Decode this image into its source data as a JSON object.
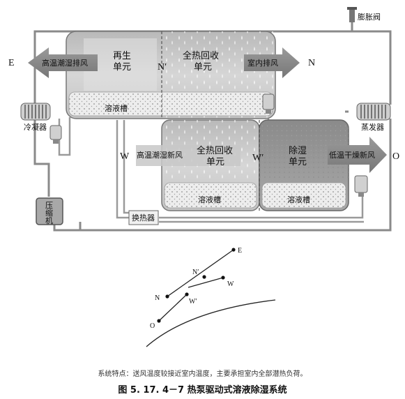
{
  "diagram": {
    "labels": {
      "expansion_valve": "膨胀阀",
      "E": "E",
      "N": "N",
      "W": "W",
      "O": "O",
      "N_prime": "N′",
      "W_prime": "W′",
      "exhaust_hot_humid": "高温潮湿排风",
      "regeneration_unit_1": "再生",
      "regeneration_unit_2": "单元",
      "total_heat_recovery_top_1": "全热回收",
      "total_heat_recovery_top_2": "单元",
      "indoor_exhaust": "室内排风",
      "condenser": "冷凝器",
      "solution_tank_top": "溶液槽",
      "evaporator": "蒸发器",
      "fresh_air_hot_humid": "高温潮湿新风",
      "total_heat_recovery_bottom_1": "全热回收",
      "total_heat_recovery_bottom_2": "单元",
      "dehumidification_unit_1": "除湿",
      "dehumidification_unit_2": "单元",
      "supply_low_temp_dry": "低温干燥新风",
      "compressor_1": "压",
      "compressor_2": "缩",
      "compressor_3": "机",
      "solution_tank_mid": "溶液槽",
      "solution_tank_right": "溶液槽",
      "heat_exchanger": "换热器"
    }
  },
  "psychro_chart": {
    "labels": {
      "E": "E",
      "N_prime": "N′",
      "N": "N",
      "W": "W",
      "W_prime": "W′",
      "O": "O"
    }
  },
  "caption": {
    "system_note": "系统特点：送风温度较接近室内温度，主要承担室内全部潜热负荷。",
    "figure_title": "图 5. 17. 4－7   热泵驱动式溶液除湿系统"
  }
}
